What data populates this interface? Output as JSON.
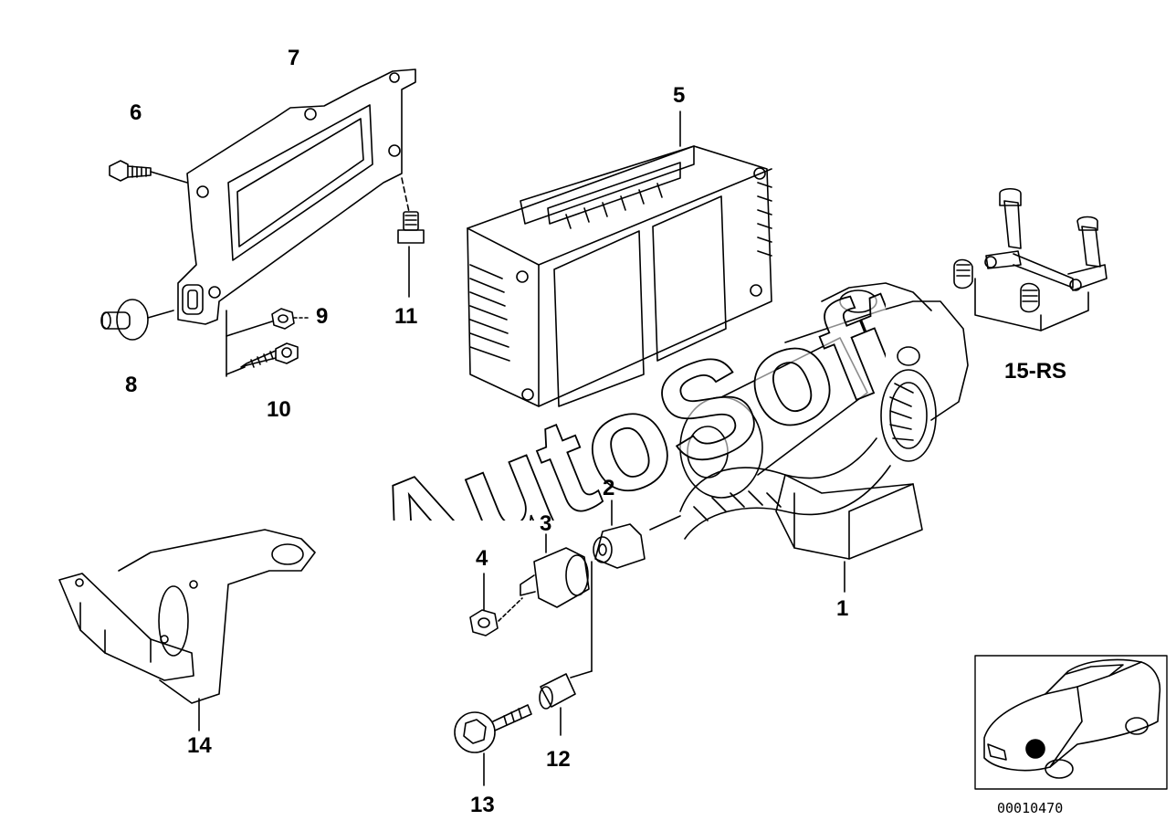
{
  "callouts": {
    "p1": "1",
    "p2": "2",
    "p3": "3",
    "p4": "4",
    "p5": "5",
    "p6": "6",
    "p7": "7",
    "p8": "8",
    "p9": "9",
    "p10": "10",
    "p11": "11",
    "p12": "12",
    "p13": "13",
    "p14": "14",
    "p15": "15-RS"
  },
  "reference_code": "00010470",
  "watermark": "AutoSoft",
  "colors": {
    "ink": "#000000",
    "paper": "#ffffff",
    "watermark_fill": "#ffffff",
    "location_dot": "#000000"
  }
}
